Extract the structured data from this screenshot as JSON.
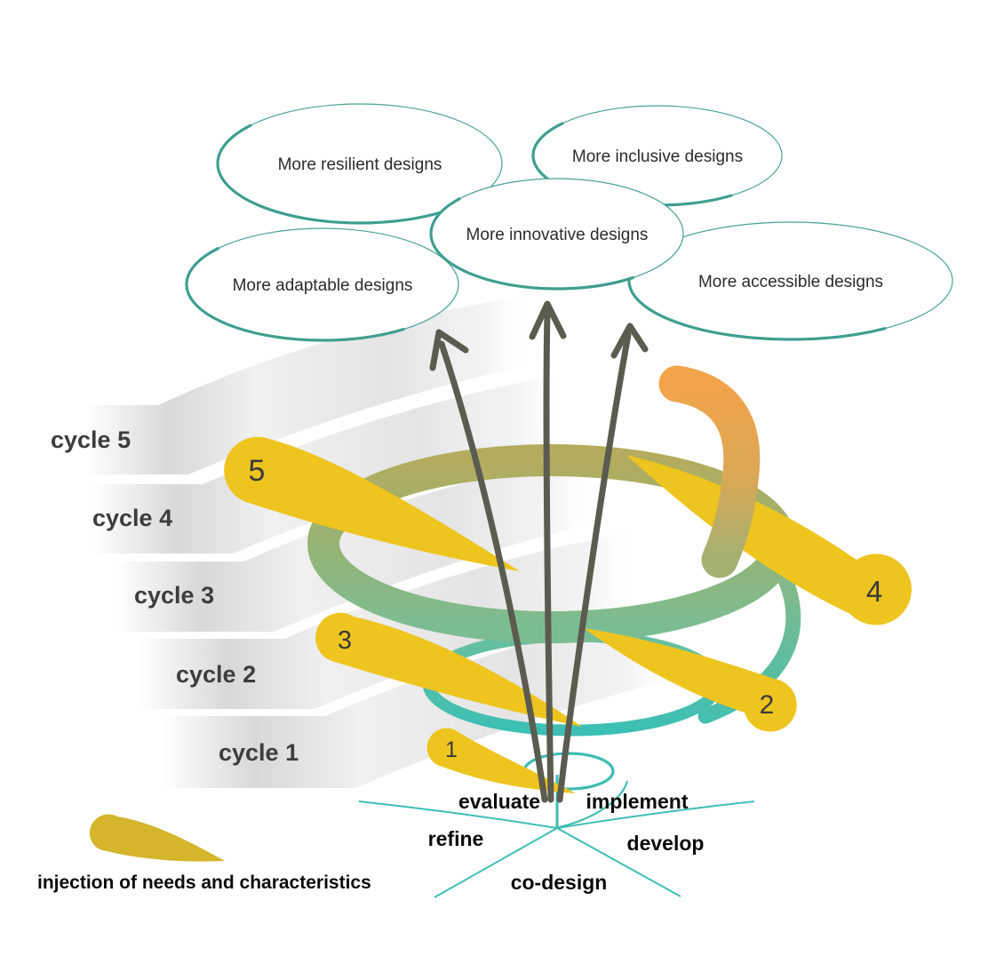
{
  "diagram": {
    "outcome_bubbles": [
      {
        "label": "More resilient designs"
      },
      {
        "label": "More inclusive designs"
      },
      {
        "label": "More adaptable designs"
      },
      {
        "label": "More accessible designs"
      },
      {
        "label": "More innovative designs"
      }
    ],
    "cycles": [
      {
        "label": "cycle 5"
      },
      {
        "label": "cycle 4"
      },
      {
        "label": "cycle 3"
      },
      {
        "label": "cycle 2"
      },
      {
        "label": "cycle 1"
      }
    ],
    "injections": [
      {
        "number": "1"
      },
      {
        "number": "2"
      },
      {
        "number": "3"
      },
      {
        "number": "4"
      },
      {
        "number": "5"
      }
    ],
    "phases": [
      {
        "label": "evaluate"
      },
      {
        "label": "implement"
      },
      {
        "label": "refine"
      },
      {
        "label": "develop"
      },
      {
        "label": "co-design"
      }
    ],
    "legend": {
      "label": "injection of needs and characteristics"
    },
    "colors": {
      "teal": "#3fbfb4",
      "injection_yellow": "#eec41f",
      "legend_yellow": "#d4b52b",
      "arrow_gray": "#5c5b50",
      "bubble_outline": "#4aa396",
      "ring_olive": "#b3ac5e",
      "ring_green": "#7cbc93",
      "ring_orange": "#f2a44a"
    }
  }
}
